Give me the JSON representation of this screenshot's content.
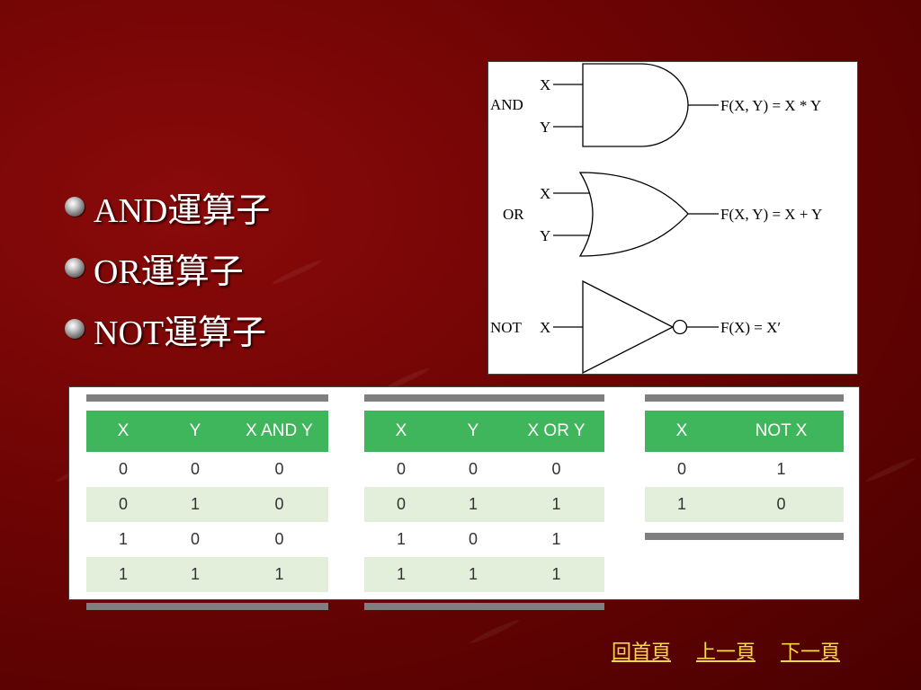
{
  "bullets": [
    {
      "label": "AND運算子"
    },
    {
      "label": "OR運算子"
    },
    {
      "label": "NOT運算子"
    }
  ],
  "gates": {
    "and": {
      "name": "AND",
      "in1": "X",
      "in2": "Y",
      "out": "F(X, Y) = X * Y"
    },
    "or": {
      "name": "OR",
      "in1": "X",
      "in2": "Y",
      "out": "F(X, Y) = X + Y"
    },
    "not": {
      "name": "NOT",
      "in1": "X",
      "out": "F(X) = X′"
    }
  },
  "tables": {
    "and": {
      "headers": [
        "X",
        "Y",
        "X AND Y"
      ],
      "rows": [
        [
          "0",
          "0",
          "0"
        ],
        [
          "0",
          "1",
          "0"
        ],
        [
          "1",
          "0",
          "0"
        ],
        [
          "1",
          "1",
          "1"
        ]
      ]
    },
    "or": {
      "headers": [
        "X",
        "Y",
        "X OR Y"
      ],
      "rows": [
        [
          "0",
          "0",
          "0"
        ],
        [
          "0",
          "1",
          "1"
        ],
        [
          "1",
          "0",
          "1"
        ],
        [
          "1",
          "1",
          "1"
        ]
      ]
    },
    "not": {
      "headers": [
        "X",
        "NOT X"
      ],
      "rows": [
        [
          "0",
          "1"
        ],
        [
          "1",
          "0"
        ]
      ]
    }
  },
  "colors": {
    "header_green": "#3fb65b",
    "alt_row": "#e3efdb",
    "rule_gray": "#7f7f7f",
    "link_yellow": "#ffd84a",
    "bg_red": "#7a0606"
  },
  "nav": {
    "home": "回首頁",
    "prev": "上一頁",
    "next": "下一頁"
  }
}
